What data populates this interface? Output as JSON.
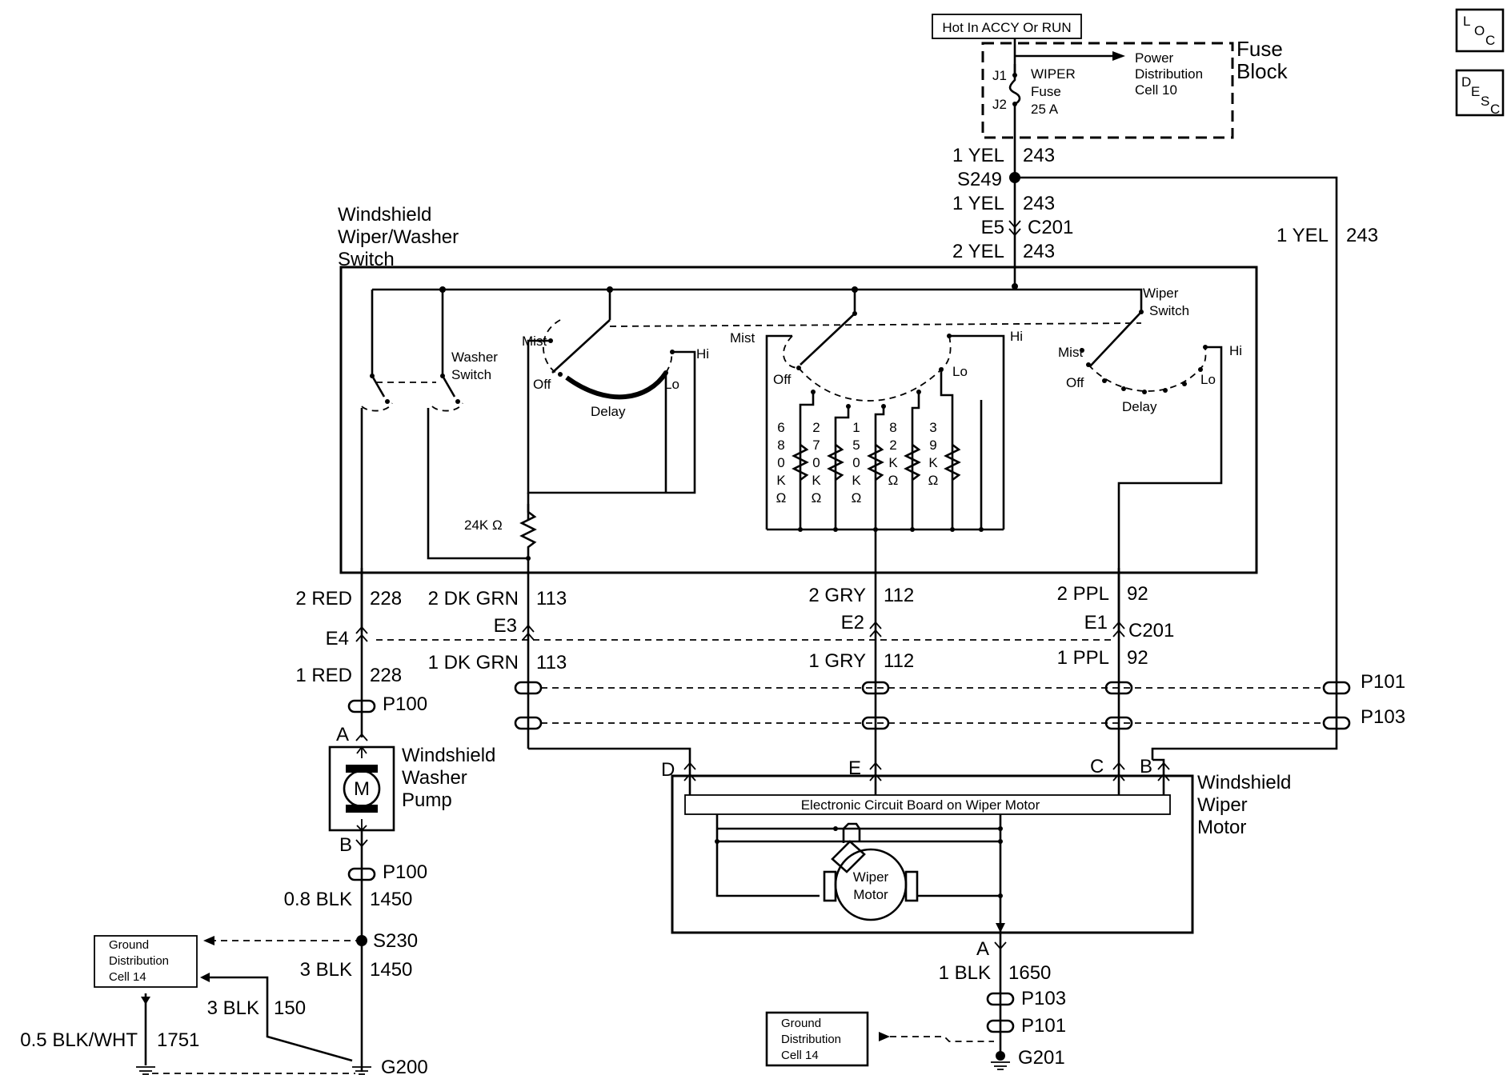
{
  "top": {
    "hot_label": "Hot In ACCY Or RUN",
    "fuse_block": "Fuse Block",
    "fuse_block_1": "Fuse",
    "fuse_block_2": "Block",
    "j1": "J1",
    "j2": "J2",
    "fuse_name_1": "WIPER",
    "fuse_name_2": "Fuse",
    "fuse_name_3": "25 A",
    "power_dist_1": "Power",
    "power_dist_2": "Distribution",
    "power_dist_3": "Cell 10",
    "loc_l": "L",
    "loc_o": "O",
    "loc_c": "C",
    "desc_d": "D",
    "desc_e": "E",
    "desc_s": "S",
    "desc_c": "C"
  },
  "feed": {
    "w1": "1 YEL",
    "c1": "243",
    "splice": "S249",
    "w2": "1 YEL",
    "c2": "243",
    "conn_pin": "E5",
    "conn": "C201",
    "w3": "2 YEL",
    "c3": "243",
    "right_w": "1 YEL",
    "right_c": "243"
  },
  "switch": {
    "title_1": "Windshield",
    "title_2": "Wiper/Washer",
    "title_3": "Switch",
    "washer_1": "Washer",
    "washer_2": "Switch",
    "wiper_1": "Wiper",
    "wiper_2": "Switch",
    "mist": "Mist",
    "off": "Off",
    "hi": "Hi",
    "lo": "Lo",
    "delay": "Delay",
    "r24k": "24K Ω",
    "resistors": [
      [
        "6",
        "8",
        "0",
        "K",
        "Ω"
      ],
      [
        "2",
        "7",
        "0",
        "K",
        "Ω"
      ],
      [
        "1",
        "5",
        "0",
        "K",
        "Ω"
      ],
      [
        "8",
        "2",
        "K",
        "Ω"
      ],
      [
        "3",
        "9",
        "K",
        "Ω"
      ]
    ]
  },
  "wires": {
    "red_top": "2 RED",
    "red_top_c": "228",
    "dkgrn_top": "2 DK GRN",
    "dkgrn_top_c": "113",
    "gry_top": "2 GRY",
    "gry_top_c": "112",
    "ppl_top": "2 PPL",
    "ppl_top_c": "92",
    "e4": "E4",
    "e3": "E3",
    "e2": "E2",
    "e1": "E1",
    "c201": "C201",
    "red_bot": "1 RED",
    "red_bot_c": "228",
    "dkgrn_bot": "1 DK GRN",
    "dkgrn_bot_c": "113",
    "gry_bot": "1 GRY",
    "gry_bot_c": "112",
    "ppl_bot": "1 PPL",
    "ppl_bot_c": "92",
    "p100": "P100",
    "p101": "P101",
    "p103": "P103"
  },
  "pump": {
    "pin_a": "A",
    "pin_b": "B",
    "m": "M",
    "title_1": "Windshield",
    "title_2": "Washer",
    "title_3": "Pump",
    "p100": "P100",
    "w1": "0.8 BLK",
    "c1": "1450",
    "splice": "S230",
    "w2": "3 BLK",
    "c2": "1450",
    "w3": "3 BLK",
    "c3": "150",
    "w4": "0.5 BLK/WHT",
    "c4": "1751",
    "ground": "G200",
    "gd_1": "Ground",
    "gd_2": "Distribution",
    "gd_3": "Cell 14"
  },
  "motor": {
    "pin_d": "D",
    "pin_e": "E",
    "pin_c": "C",
    "pin_b": "B",
    "pin_a": "A",
    "title_1": "Windshield",
    "title_2": "Wiper",
    "title_3": "Motor",
    "board": "Electronic Circuit Board on Wiper Motor",
    "wiper_1": "Wiper",
    "wiper_2": "Motor",
    "w1": "1 BLK",
    "c1": "1650",
    "p103": "P103",
    "p101": "P101",
    "ground": "G201",
    "gd_1": "Ground",
    "gd_2": "Distribution",
    "gd_3": "Cell 14"
  }
}
